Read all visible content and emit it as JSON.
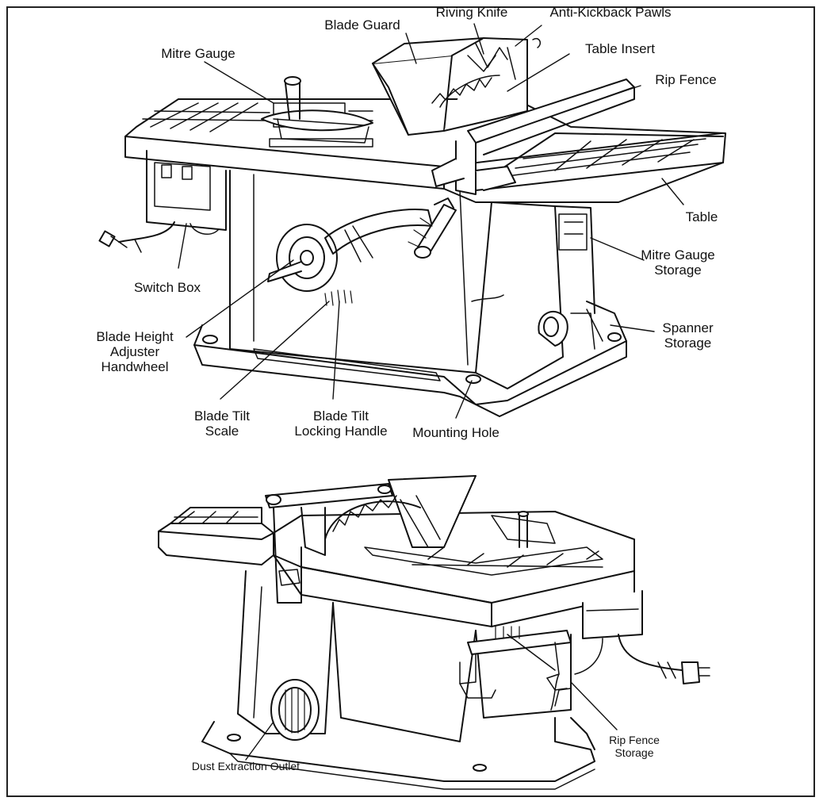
{
  "labels": {
    "blade_guard": "Blade Guard",
    "riving_knife": "Riving Knife",
    "anti_kickback_pawls": "Anti-Kickback Pawls",
    "table_insert": "Table Insert",
    "mitre_gauge": "Mitre Gauge",
    "rip_fence": "Rip Fence",
    "table": "Table",
    "mitre_gauge_storage_1": "Mitre Gauge",
    "mitre_gauge_storage_2": "Storage",
    "switch_box": "Switch Box",
    "spanner_storage_1": "Spanner",
    "spanner_storage_2": "Storage",
    "blade_height_1": "Blade Height",
    "blade_height_2": "Adjuster",
    "blade_height_3": "Handwheel",
    "blade_tilt_scale_1": "Blade Tilt",
    "blade_tilt_scale_2": "Scale",
    "blade_tilt_locking_1": "Blade Tilt",
    "blade_tilt_locking_2": "Locking Handle",
    "mounting_hole": "Mounting Hole",
    "rip_fence_storage_1": "Rip Fence",
    "rip_fence_storage_2": "Storage",
    "dust_extraction_outlet": "Dust Extraction Outlet"
  },
  "colors": {
    "ink": "#111111",
    "background": "#ffffff"
  }
}
